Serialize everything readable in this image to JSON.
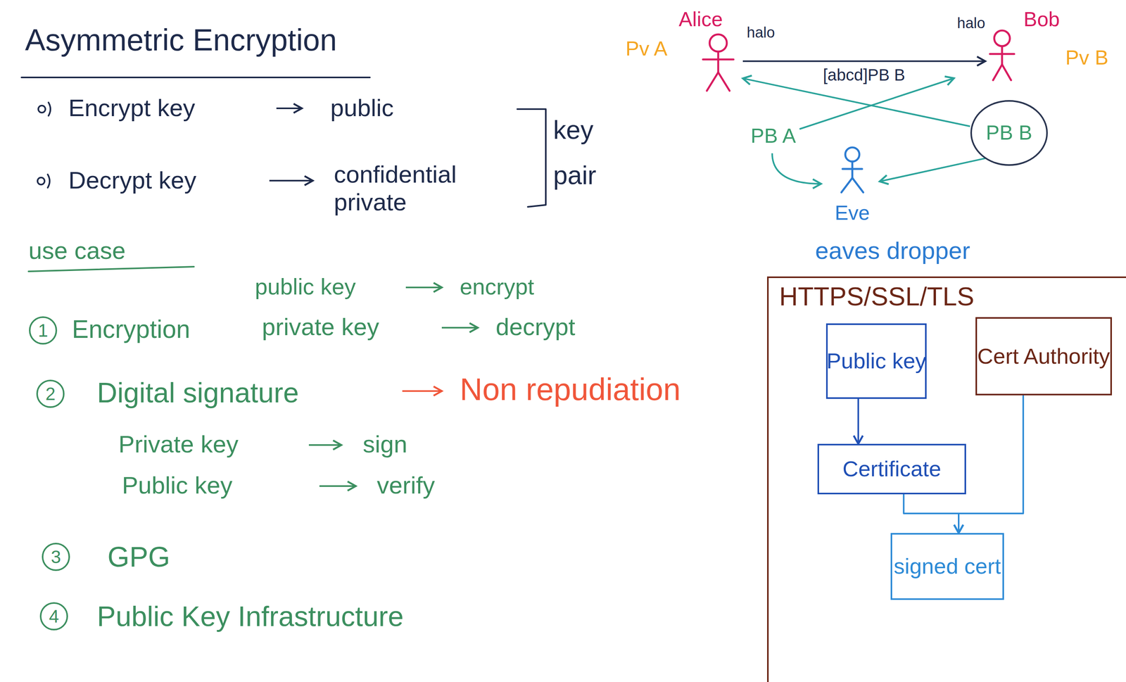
{
  "diagram": {
    "title": "Asymmetric Encryption",
    "nodes": [
      {
        "text": [
          "Alice"
        ]
      },
      {
        "text": [
          "Bob"
        ]
      },
      {
        "text": [
          "PB B"
        ]
      },
      {
        "text": [
          "Eve"
        ]
      },
      {
        "text": [
          "HTTPS/SSL/TLS"
        ]
      },
      {
        "text": [
          "Public key"
        ],
        "in": 4
      },
      {
        "text": [
          "Cert Authority"
        ],
        "in": 4
      },
      {
        "text": [
          "Certificate"
        ],
        "in": 4
      },
      {
        "text": [
          "signed cert"
        ],
        "in": 4
      }
    ],
    "edges": [
      {
        "from": 0,
        "to": 1,
        "arrow": "to",
        "label": "[abcd]PB B"
      },
      {
        "from": 2,
        "to": 0,
        "arrow": "to"
      },
      {
        "from": 2,
        "to": 3,
        "arrow": "to"
      },
      {
        "from": 5,
        "to": 7,
        "arrow": "to"
      },
      {
        "from": 7,
        "to": 8,
        "arrow": "to"
      },
      {
        "from": 6,
        "to": 8,
        "arrow": "to"
      }
    ],
    "labels": [
      "halo",
      "Pv A",
      "halo",
      "Pv B",
      "PB A",
      "eaves dropper",
      "Encrypt key",
      "public",
      "Decrypt key",
      "confidential private",
      "key pair",
      "use case",
      "public key",
      "encrypt",
      "1",
      "Encryption",
      "private key",
      "decrypt",
      "2",
      "Digital signature",
      "Non repudiation",
      "Private key",
      "sign",
      "Public key",
      "verify",
      "3",
      "GPG",
      "4",
      "Public Key Infrastructure"
    ]
  }
}
